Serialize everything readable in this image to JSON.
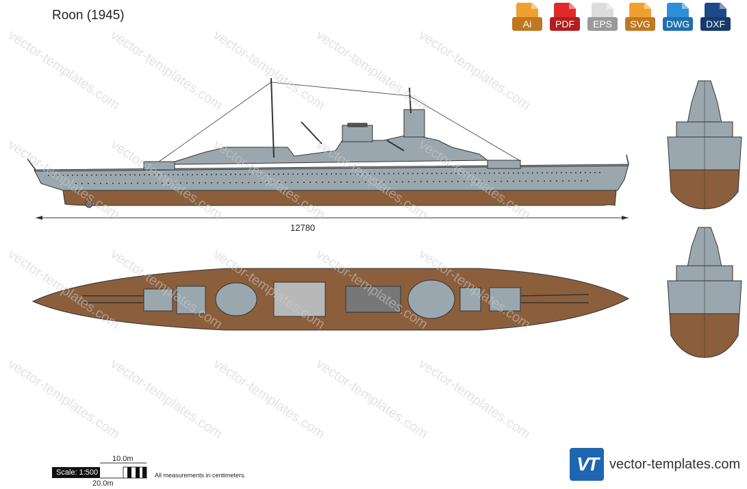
{
  "title": "Roon (1945)",
  "formats": [
    {
      "label": "Ai",
      "color": "#f0a030"
    },
    {
      "label": "PDF",
      "color": "#e02a2a"
    },
    {
      "label": "EPS",
      "color": "#d8d8d8"
    },
    {
      "label": "SVG",
      "color": "#f0a030"
    },
    {
      "label": "DWG",
      "color": "#2d8fd8"
    },
    {
      "label": "DXF",
      "color": "#1e4a8a"
    }
  ],
  "dimension": "12780",
  "scale": {
    "label": "Scale: 1:500",
    "ten": "10.0m",
    "twenty": "20.0m"
  },
  "note": "All measurements in centimeters.",
  "brand": {
    "logo": "VT",
    "text": "vector-templates.com"
  },
  "watermark": "vector-templates.com",
  "colors": {
    "hull_grey": "#9aa7ae",
    "hull_brown": "#8b5e3c",
    "deck": "#8b5e3c",
    "line": "#333333"
  }
}
